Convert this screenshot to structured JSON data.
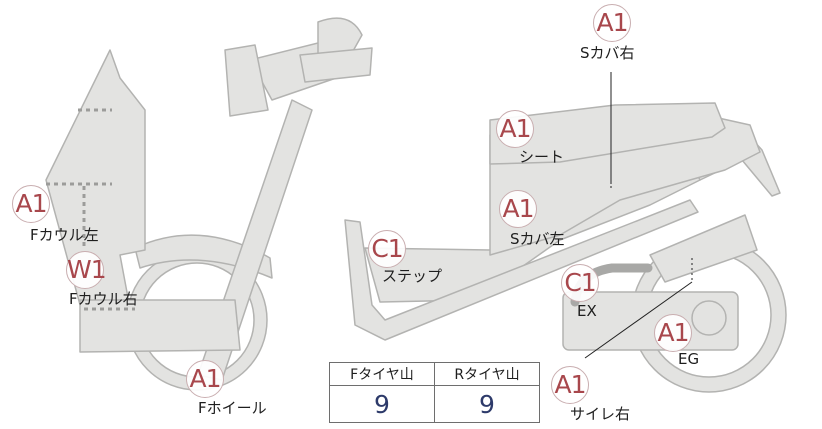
{
  "callouts": [
    {
      "id": "s-cover-right",
      "grade": "A1",
      "label": "Sカバ右"
    },
    {
      "id": "seat",
      "grade": "A1",
      "label": "シート"
    },
    {
      "id": "f-cowl-left",
      "grade": "A1",
      "label": "Fカウル左"
    },
    {
      "id": "s-cover-left",
      "grade": "A1",
      "label": "Sカバ左"
    },
    {
      "id": "step",
      "grade": "C1",
      "label": "ステップ"
    },
    {
      "id": "f-cowl-right",
      "grade": "W1",
      "label": "Fカウル右"
    },
    {
      "id": "exhaust",
      "grade": "C1",
      "label": "EX"
    },
    {
      "id": "engine",
      "grade": "A1",
      "label": "EG"
    },
    {
      "id": "f-wheel",
      "grade": "A1",
      "label": "Fホイール"
    },
    {
      "id": "silencer-right",
      "grade": "A1",
      "label": "サイレ右"
    }
  ],
  "tread_table": {
    "headers": [
      "Fタイヤ山",
      "Rタイヤ山"
    ],
    "values": [
      "9",
      "9"
    ]
  },
  "colors": {
    "body_fill": "#e3e3e1",
    "body_stroke": "#b3b3b1",
    "badge_text": "#a8474c",
    "value_text": "#2d3a6a"
  }
}
